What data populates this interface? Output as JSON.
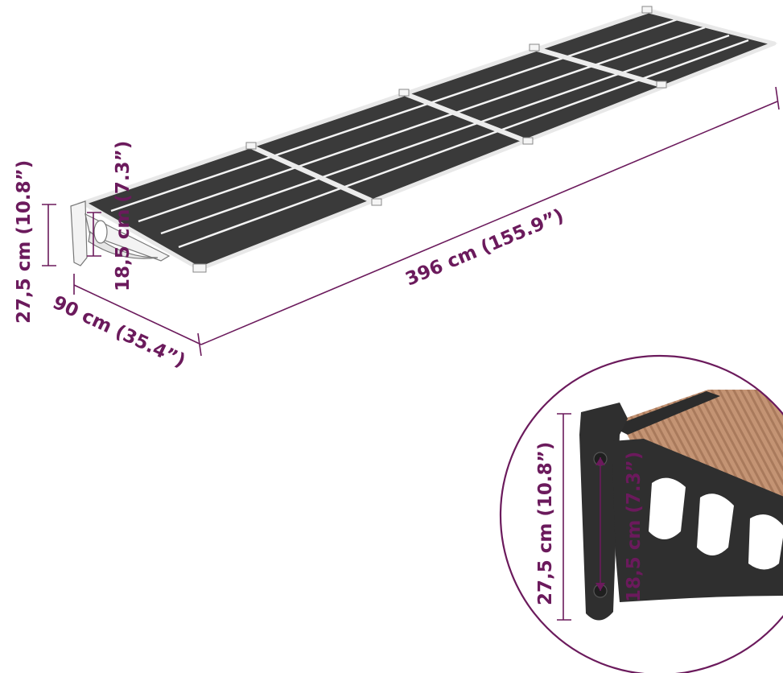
{
  "colors": {
    "dimension": "#6b1a5c",
    "panel": "#3a3a3a",
    "frame": "#f2f2f2",
    "bracket": "#2f2f2f",
    "panel_detail": "#b98a6c"
  },
  "dimensions": {
    "length": "396 cm (155.9”)",
    "depth": "90 cm (35.4”)",
    "height": "27,5 cm (10.8”)",
    "inner_height": "18,5 cm (7.3”)"
  },
  "detail": {
    "height": "27,5 cm (10.8”)",
    "inner_height": "18,5 cm (7.3”)"
  }
}
